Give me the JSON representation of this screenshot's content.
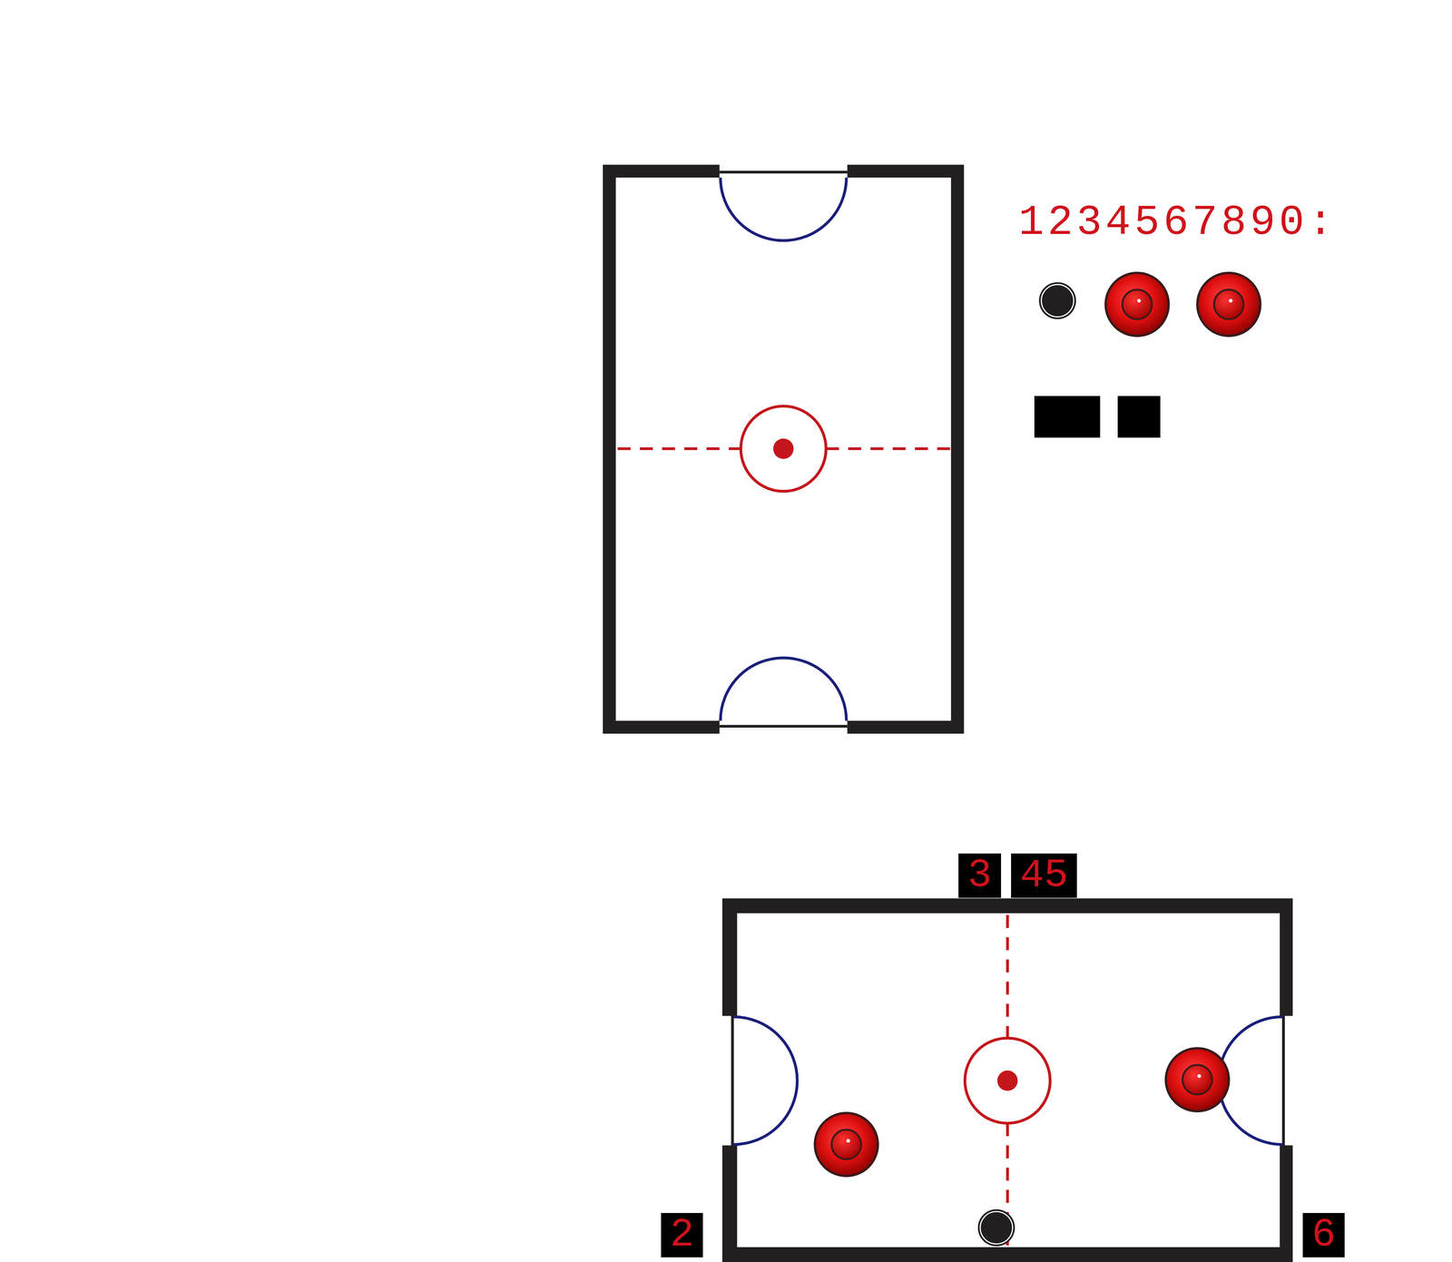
{
  "diagram": {
    "nodes": [
      {
        "text": [
          "3"
        ]
      },
      {
        "text": [
          "45"
        ]
      },
      {
        "text": [
          "2"
        ]
      },
      {
        "text": [
          "6"
        ]
      }
    ],
    "labels": [
      "1234567890:"
    ]
  }
}
